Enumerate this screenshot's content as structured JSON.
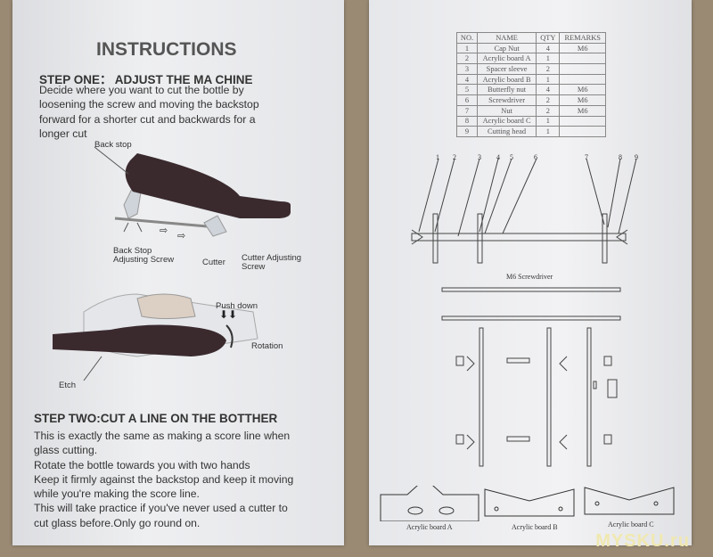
{
  "left_sheet": {
    "title": "INSTRUCTIONS",
    "step_one": {
      "heading": "STEP ONE： ADJUST THE MA CHINE",
      "lines": [
        "Decide where you want to cut the bottle by",
        "loosening the screw and moving the backstop",
        "forward for a shorter cut and backwards for a",
        "longer cut"
      ]
    },
    "figure1_labels": {
      "back_stop": "Back stop",
      "back_stop_screw": "Back Stop\nAdjusting Screw",
      "cutter": "Cutter",
      "cutter_screw": "Cutter Adjusting\nScrew"
    },
    "figure2_labels": {
      "push_down": "Push down",
      "rotation": "Rotation",
      "etch": "Etch"
    },
    "step_two": {
      "heading": "STEP TWO:CUT A LINE ON THE BOTTHER",
      "lines": [
        "This is exactly the same as making a score line when",
        "glass cutting.",
        "Rotate the bottle towards you with two hands",
        "Keep it firmly against the backstop and keep it moving",
        "while you're making the score line.",
        "This will take practice if you've never used a cutter to",
        "cut glass before.Only go round on."
      ]
    }
  },
  "right_sheet": {
    "parts_table": {
      "headers": [
        "NO.",
        "NAME",
        "QTY",
        "REMARKS"
      ],
      "rows": [
        [
          "1",
          "Cap Nut",
          "4",
          "M6"
        ],
        [
          "2",
          "Acrylic board A",
          "1",
          ""
        ],
        [
          "3",
          "Spacer sleeve",
          "2",
          ""
        ],
        [
          "4",
          "Acrylic board B",
          "1",
          ""
        ],
        [
          "5",
          "Butterfly nut",
          "4",
          "M6"
        ],
        [
          "6",
          "Screwdriver",
          "2",
          "M6"
        ],
        [
          "7",
          "Nut",
          "2",
          "M6"
        ],
        [
          "8",
          "Acrylic board C",
          "1",
          ""
        ],
        [
          "9",
          "Cutting head",
          "1",
          ""
        ]
      ]
    },
    "callouts": [
      "1",
      "2",
      "3",
      "4",
      "5",
      "6",
      "7",
      "8",
      "9"
    ],
    "screwdriver_label": "M6 Screwdriver",
    "board_labels": [
      "Acrylic board A",
      "Acrylic board B",
      "Acrylic board C"
    ]
  },
  "watermark": "MYSKU.ru"
}
